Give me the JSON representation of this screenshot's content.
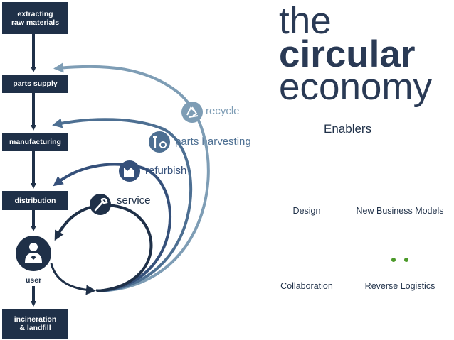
{
  "flow": {
    "extracting_line1": "extracting",
    "extracting_line2": "raw materials",
    "parts_supply": "parts supply",
    "manufacturing": "manufacturing",
    "distribution": "distribution",
    "user": "user",
    "incineration_line1": "incineration",
    "incineration_line2": "& landfill"
  },
  "loops": {
    "recycle": "recycle",
    "parts_harvesting": "parts harvesting",
    "refurbish": "refurbish",
    "service": "service"
  },
  "title": {
    "line1": "the",
    "line2": "circular",
    "line3": "economy"
  },
  "enablers": {
    "heading": "Enablers",
    "items": [
      {
        "label": "Design",
        "color": "#e8731b",
        "icon": "ruler-pencil-icon"
      },
      {
        "label": "New Business Models",
        "color": "#4bb8b2",
        "icon": "growth-chart-icon"
      },
      {
        "label": "Collaboration",
        "color": "#6e2a72",
        "icon": "people-group-icon"
      },
      {
        "label": "Reverse Logistics",
        "color": "#4c9a2a",
        "icon": "truck-return-icon"
      }
    ]
  },
  "colors": {
    "navy": "#1f3048",
    "recycle": "#7e9db5",
    "harvest": "#4d6f92",
    "refurbish": "#35507a",
    "service": "#1f3048"
  }
}
